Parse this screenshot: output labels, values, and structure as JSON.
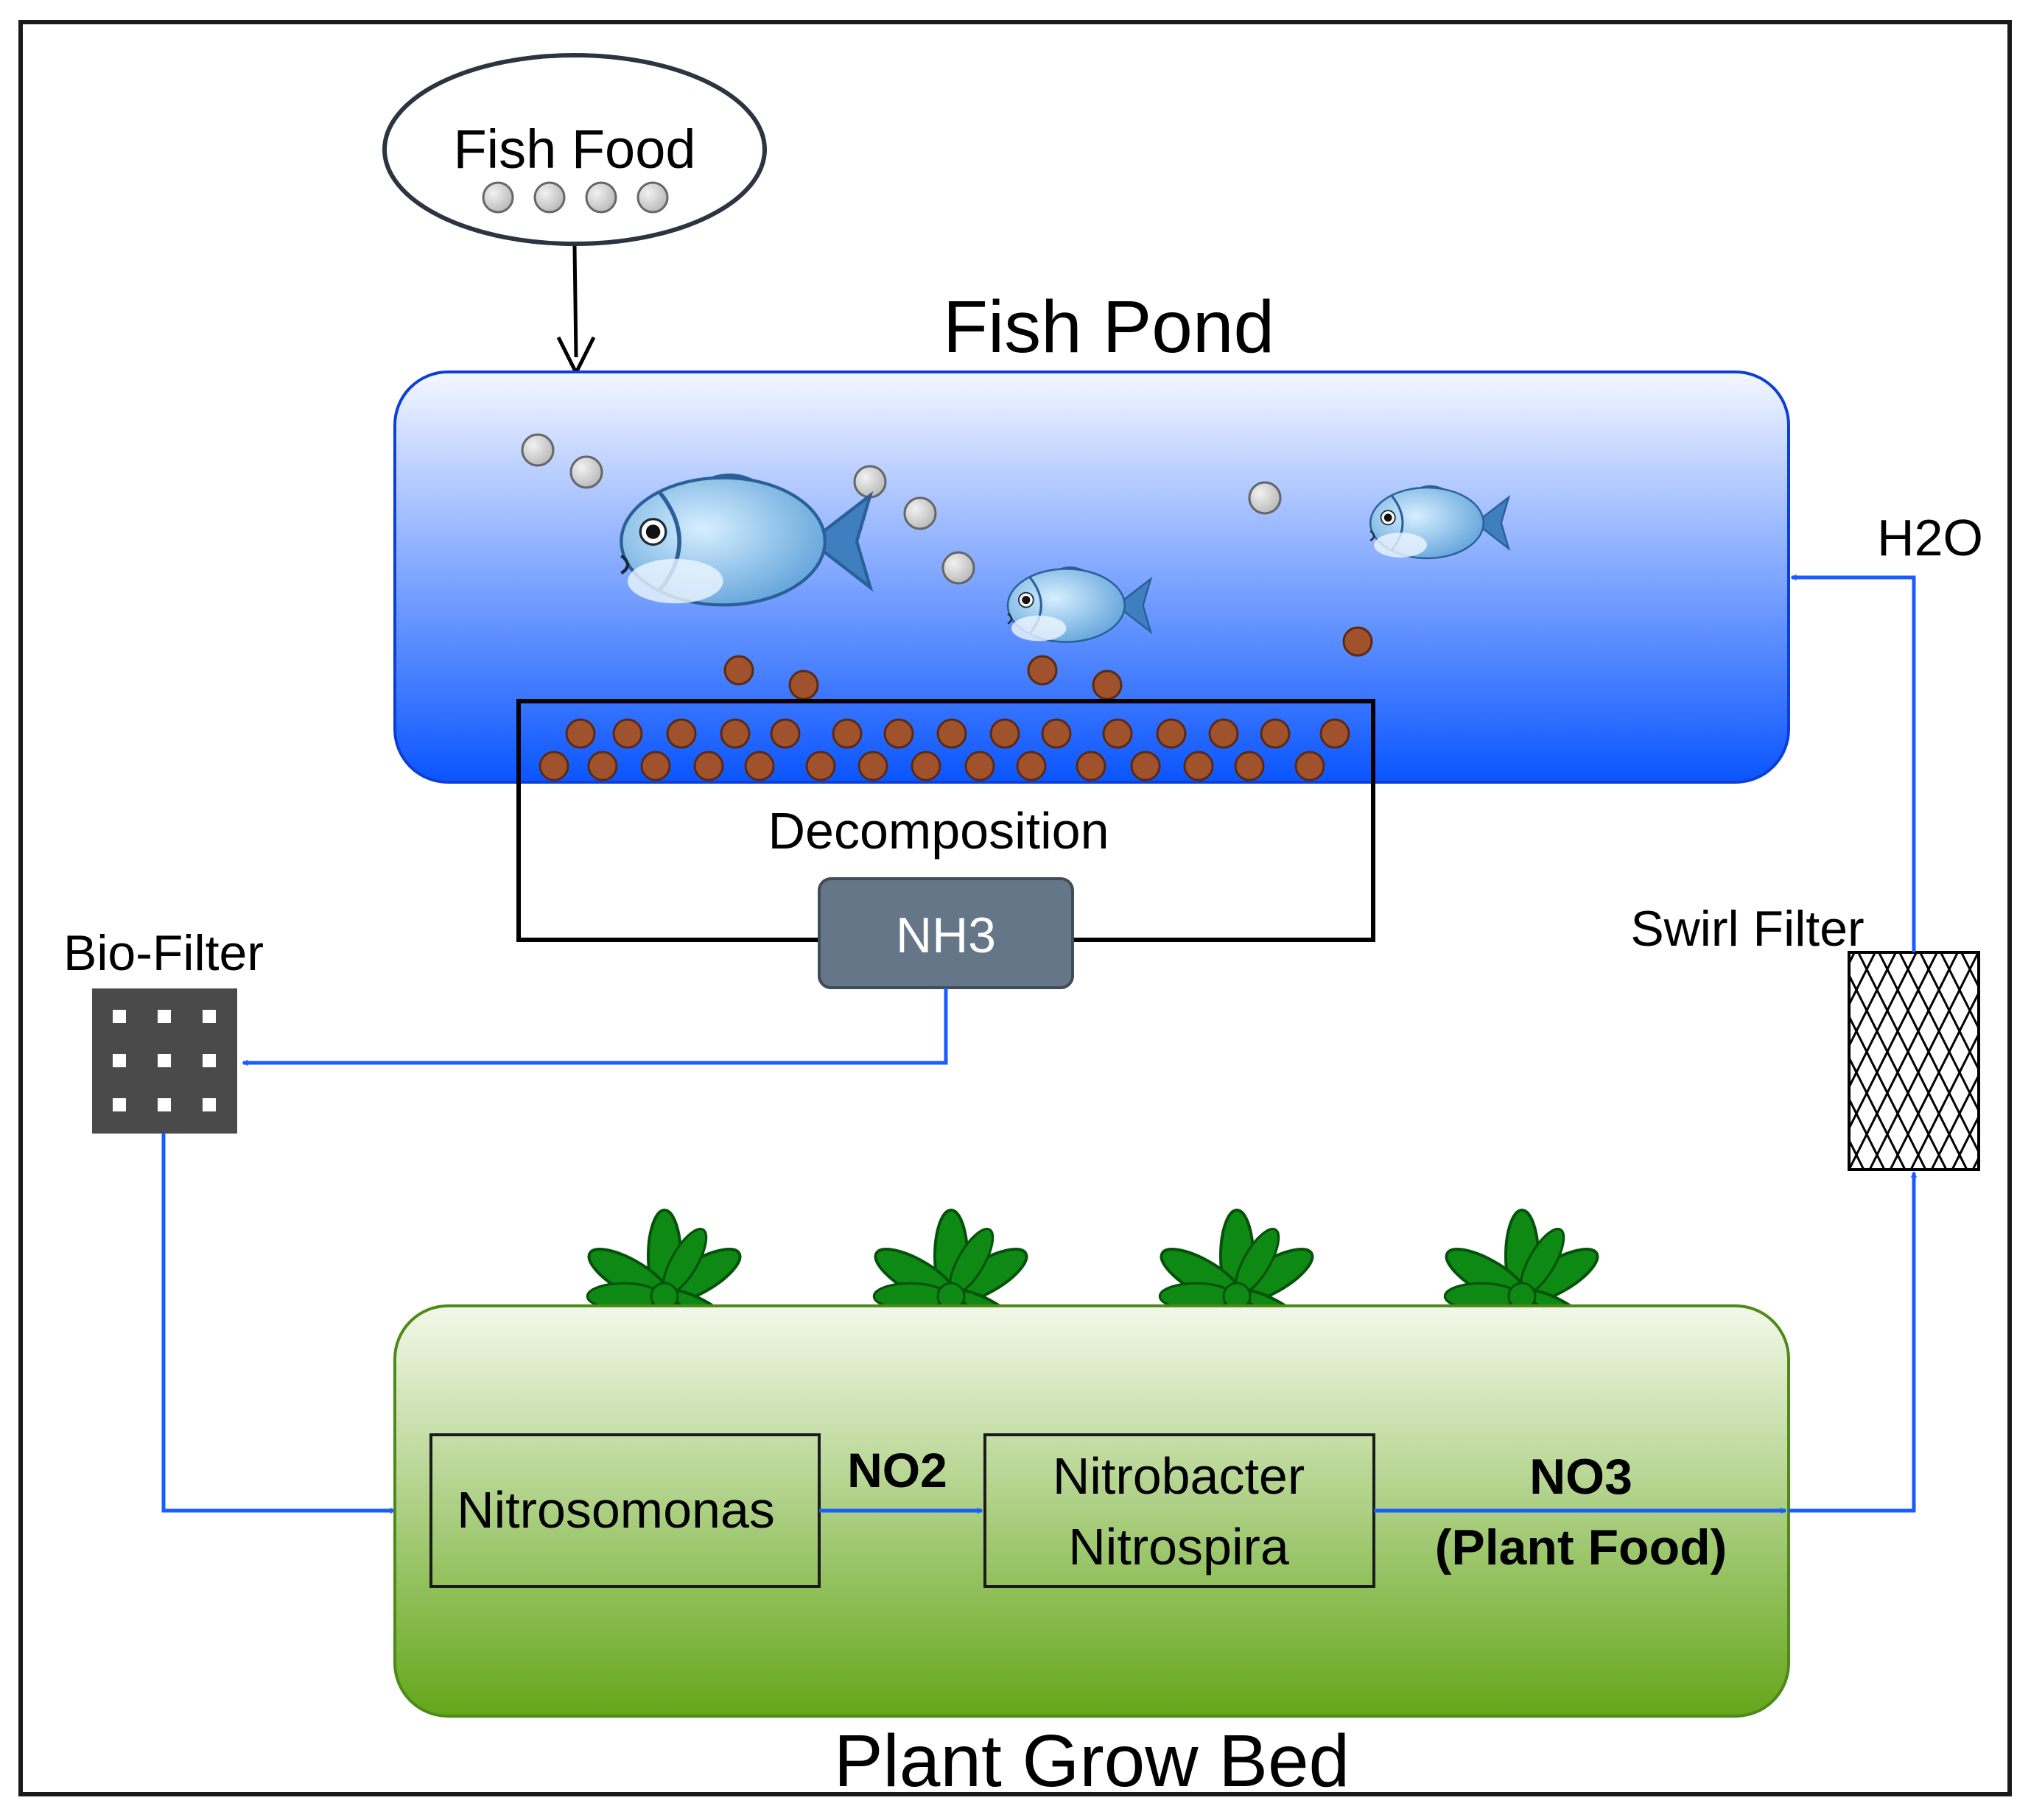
{
  "fish_food": {
    "label": "Fish Food"
  },
  "fish_pond": {
    "title": "Fish Pond"
  },
  "decomposition": {
    "label": "Decomposition"
  },
  "nh3": {
    "label": "NH3"
  },
  "bio_filter": {
    "label": "Bio-Filter"
  },
  "swirl_filter": {
    "label": "Swirl Filter"
  },
  "h2o": {
    "label": "H2O"
  },
  "nitrosomonas": {
    "label": "Nitrosomonas"
  },
  "no2": {
    "label": "NO2"
  },
  "nitrobacter": {
    "line1": "Nitrobacter",
    "line2": "Nitrospira"
  },
  "no3": {
    "line1": "NO3",
    "line2": "(Plant Food)"
  },
  "plant_bed": {
    "title": "Plant Grow Bed"
  },
  "colors": {
    "flow_arrow": "#1a5cff",
    "pond_top": "#f4f7ff",
    "pond_bottom": "#0a55ff",
    "bed_top": "#f3f8ea",
    "bed_bottom": "#64a61a",
    "nh3_box": "#647687",
    "bio_filter": "#4a4a4a",
    "waste_pellet": "#a0522d",
    "food_pellet": "#cfcfcf",
    "leaf": "#0e8a14"
  }
}
